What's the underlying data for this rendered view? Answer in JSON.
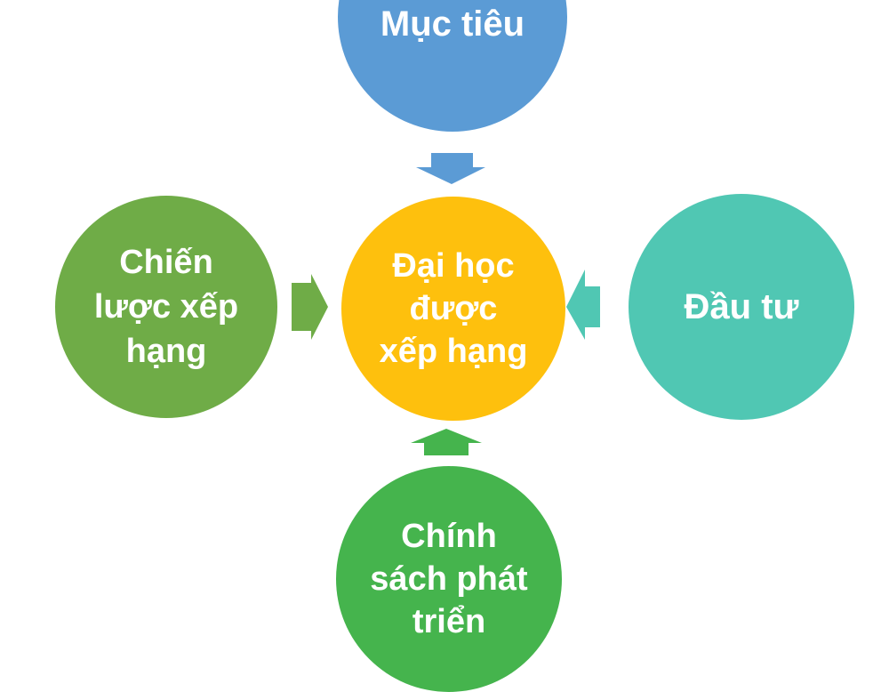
{
  "diagram": {
    "background": "#FFFFFF",
    "text_color": "#FFFFFF",
    "center": {
      "label": "Đại học được xếp hạng",
      "lines": [
        "Đại học",
        "được",
        "xếp hạng"
      ],
      "color": "#FEC00D"
    },
    "nodes": [
      {
        "id": "top",
        "label": "Mục tiêu",
        "lines": [
          "Mục tiêu"
        ],
        "color": "#5B9BD5",
        "arrow": "down"
      },
      {
        "id": "left",
        "label": "Chiến lược xếp hạng",
        "lines": [
          "Chiến",
          "lược xếp",
          "hạng"
        ],
        "color": "#6FAC47",
        "arrow": "right"
      },
      {
        "id": "right",
        "label": "Đầu tư",
        "lines": [
          "Đầu tư"
        ],
        "color": "#50C7B3",
        "arrow": "left"
      },
      {
        "id": "bottom",
        "label": "Chính sách phát triển",
        "lines": [
          "Chính",
          "sách phát",
          "triển"
        ],
        "color": "#45B44D",
        "arrow": "up"
      }
    ]
  }
}
